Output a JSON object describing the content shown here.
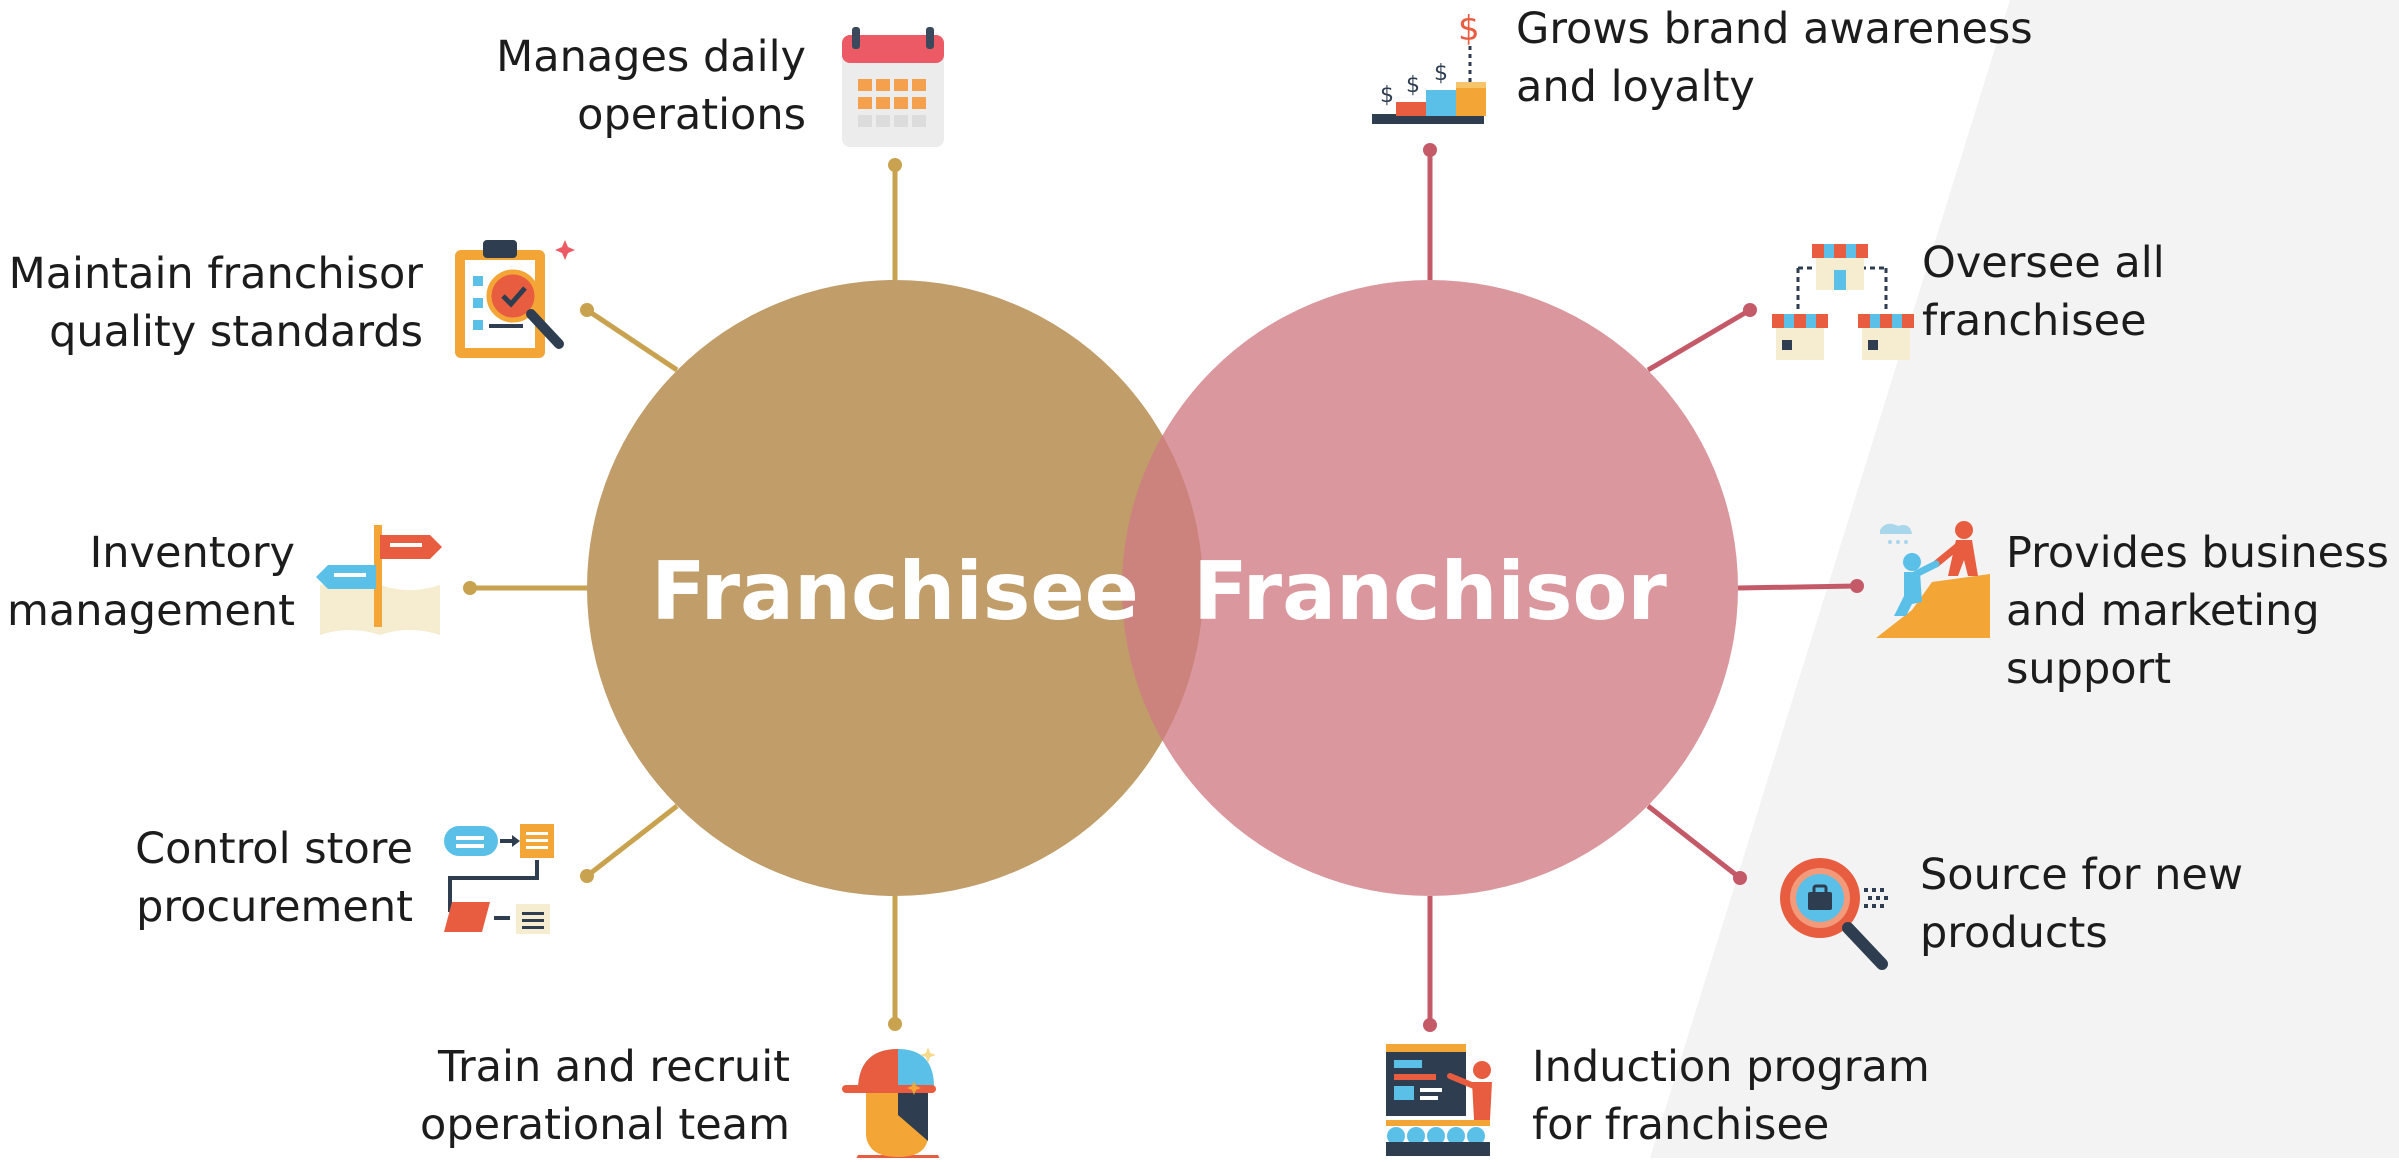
{
  "circles": {
    "left": {
      "title": "Franchisee",
      "color": "#b8955a"
    },
    "right": {
      "title": "Franchisor",
      "color": "#cf7f87"
    }
  },
  "franchisee_items": [
    {
      "lines": [
        "Manages daily",
        "operations"
      ],
      "icon": "calendar-icon"
    },
    {
      "lines": [
        "Maintain franchisor",
        "quality standards"
      ],
      "icon": "clipboard-inspect-icon"
    },
    {
      "lines": [
        "Inventory",
        "management"
      ],
      "icon": "signpost-icon"
    },
    {
      "lines": [
        "Control store",
        "procurement"
      ],
      "icon": "workflow-icon"
    },
    {
      "lines": [
        "Train and recruit",
        "operational team"
      ],
      "icon": "worker-icon"
    }
  ],
  "franchisor_items": [
    {
      "lines": [
        "Grows brand awareness",
        "and loyalty"
      ],
      "icon": "growth-chart-icon"
    },
    {
      "lines": [
        "Oversee all",
        "franchisee"
      ],
      "icon": "store-network-icon"
    },
    {
      "lines": [
        "Provides business",
        "and marketing",
        "support"
      ],
      "icon": "helping-climb-icon"
    },
    {
      "lines": [
        "Source for new",
        "products"
      ],
      "icon": "magnifier-search-icon"
    },
    {
      "lines": [
        "Induction program",
        "for franchisee"
      ],
      "icon": "presentation-icon"
    }
  ],
  "colors": {
    "franchisee_line": "#c9a24f",
    "franchisor_line": "#c45a68"
  }
}
